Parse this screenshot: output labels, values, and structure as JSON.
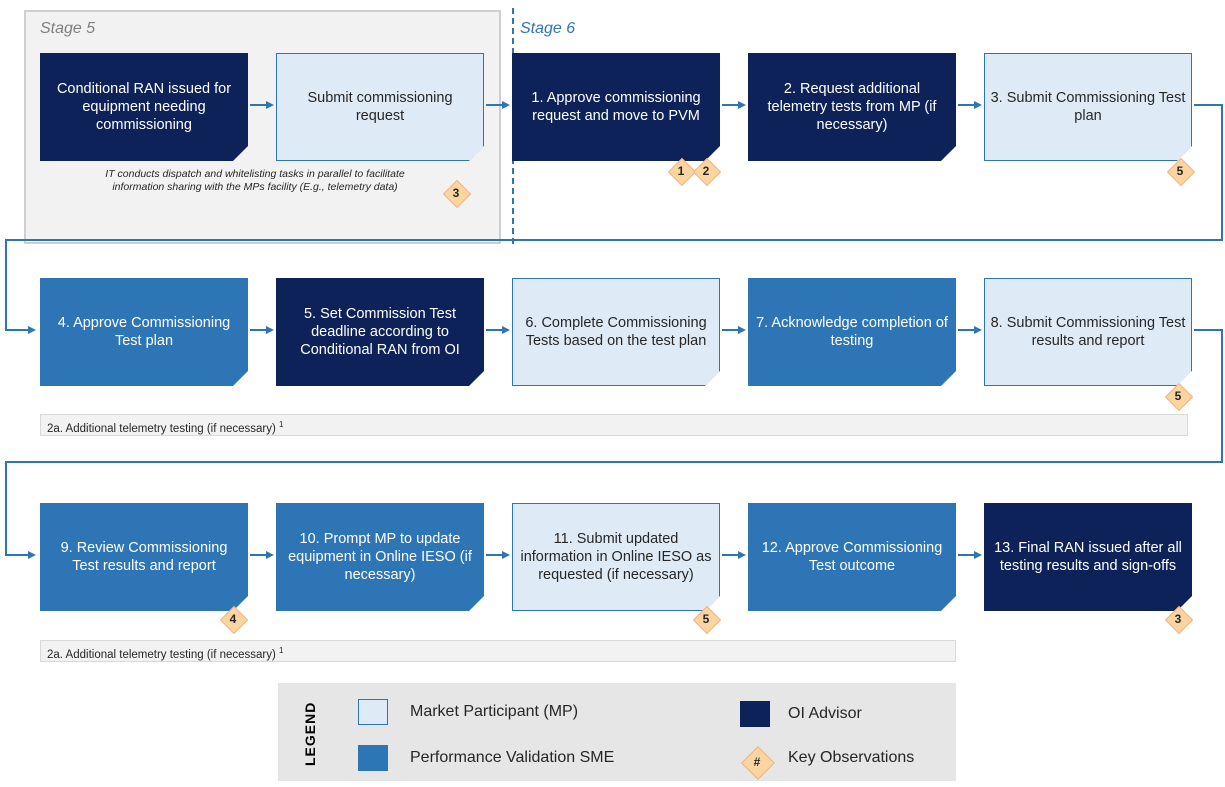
{
  "stages": {
    "stage5_label": "Stage 5",
    "stage6_label": "Stage 6",
    "stage5_note": "IT conducts dispatch and whitelisting tasks in parallel to facilitate information sharing with the MPs facility (E.g., telemetry data)"
  },
  "boxes": [
    {
      "id": "s5a",
      "text": "Conditional RAN issued for equipment needing commissioning",
      "role": "OI Advisor"
    },
    {
      "id": "s5b",
      "text": "Submit commissioning request",
      "role": "Market Participant (MP)"
    },
    {
      "id": "b1",
      "text": "1. Approve commissioning request and move to PVM",
      "role": "OI Advisor"
    },
    {
      "id": "b2",
      "text": "2. Request additional telemetry tests from MP (if necessary)",
      "role": "OI Advisor"
    },
    {
      "id": "b3",
      "text": "3. Submit Commissioning Test plan",
      "role": "Market Participant (MP)"
    },
    {
      "id": "b4",
      "text": "4. Approve Commissioning Test plan",
      "role": "Performance Validation SME"
    },
    {
      "id": "b5",
      "text": "5. Set Commission Test deadline according to Conditional RAN from OI",
      "role": "OI Advisor"
    },
    {
      "id": "b6",
      "text": "6. Complete Commissioning Tests based on the test plan",
      "role": "Market Participant (MP)"
    },
    {
      "id": "b7",
      "text": "7. Acknowledge completion of testing",
      "role": "Performance Validation SME"
    },
    {
      "id": "b8",
      "text": "8. Submit Commissioning Test results and report",
      "role": "Market Participant (MP)"
    },
    {
      "id": "b9",
      "text": "9. Review Commissioning Test results and report",
      "role": "Performance Validation SME"
    },
    {
      "id": "b10",
      "text": "10. Prompt MP to update equipment in Online IESO (if necessary)",
      "role": "Performance Validation SME"
    },
    {
      "id": "b11",
      "text": "11. Submit updated information in Online IESO as requested (if necessary)",
      "role": "Market Participant (MP)"
    },
    {
      "id": "b12",
      "text": "12. Approve Commissioning Test outcome",
      "role": "Performance Validation SME"
    },
    {
      "id": "b13",
      "text": "13. Final RAN issued after all testing results and sign-offs",
      "role": "OI Advisor"
    }
  ],
  "observations": [
    "3",
    "1",
    "2",
    "5",
    "5",
    "4",
    "5",
    "3"
  ],
  "telemetry_bars": [
    {
      "text": "2a. Additional telemetry testing (if necessary)",
      "footnote": "1"
    },
    {
      "text": "2a. Additional telemetry testing (if necessary)",
      "footnote": "1"
    }
  ],
  "legend": {
    "title": "LEGEND",
    "mp": "Market Participant (MP)",
    "sme": "Performance Validation SME",
    "oi": "OI Advisor",
    "key_symbol": "#",
    "key": "Key Observations"
  },
  "colors": {
    "oi_advisor": "#0d2259",
    "performance_validation_sme": "#2e75b6",
    "market_participant": "#deebf7",
    "key_observation": "#fbd5a0"
  }
}
